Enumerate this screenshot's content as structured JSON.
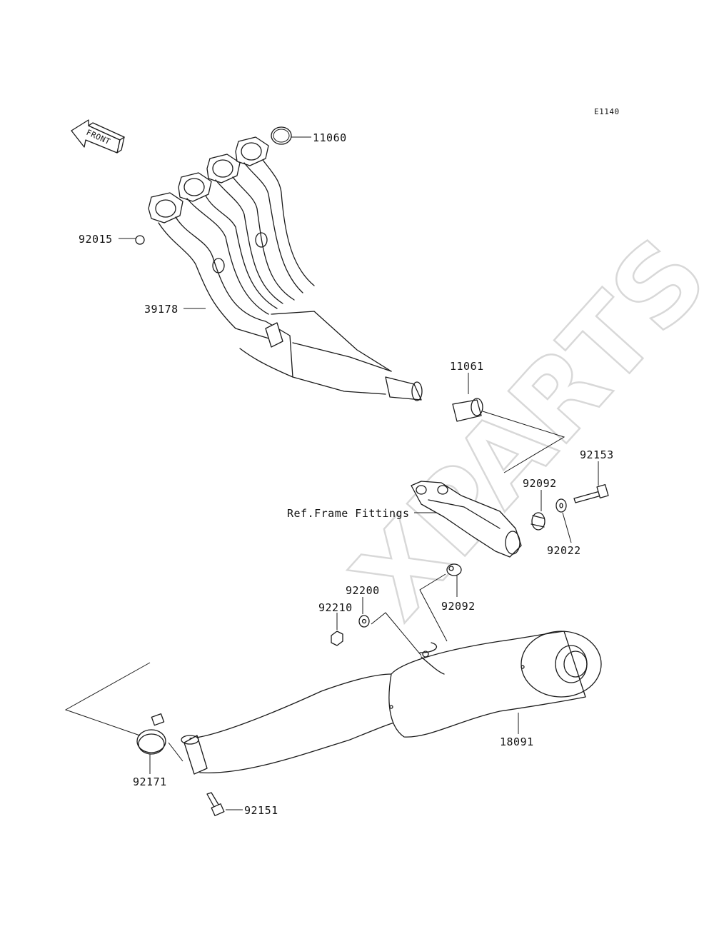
{
  "diagram": {
    "code": "E1140",
    "front_label": "FRONT",
    "watermark": "XPARTS",
    "ref_note": "Ref.Frame Fittings",
    "parts": [
      {
        "id": "p11060",
        "number": "11060"
      },
      {
        "id": "p92015",
        "number": "92015"
      },
      {
        "id": "p39178",
        "number": "39178"
      },
      {
        "id": "p11061",
        "number": "11061"
      },
      {
        "id": "p92153",
        "number": "92153"
      },
      {
        "id": "p92092a",
        "number": "92092"
      },
      {
        "id": "p92022",
        "number": "92022"
      },
      {
        "id": "p92092b",
        "number": "92092"
      },
      {
        "id": "p92200",
        "number": "92200"
      },
      {
        "id": "p92210",
        "number": "92210"
      },
      {
        "id": "p18091",
        "number": "18091"
      },
      {
        "id": "p92171",
        "number": "92171"
      },
      {
        "id": "p92151",
        "number": "92151"
      }
    ]
  }
}
